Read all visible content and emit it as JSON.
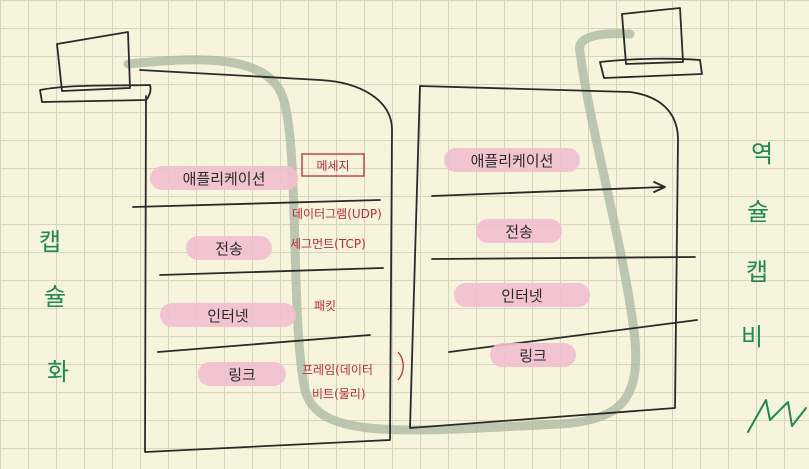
{
  "left_stack": {
    "layers": [
      "애플리케이션",
      "전송",
      "인터넷",
      "링크"
    ]
  },
  "right_stack": {
    "layers": [
      "애플리케이션",
      "전송",
      "인터넷",
      "링크"
    ]
  },
  "annotations": {
    "application_unit": "메세지",
    "transport_unit_udp": "데이터그램(UDP)",
    "transport_unit_tcp": "세그먼트(TCP)",
    "internet_unit": "패킷",
    "link_unit_1": "프레임(데이터",
    "link_unit_2": "비트(물리)"
  },
  "left_label": [
    "캡",
    "슐",
    "화"
  ],
  "right_label": [
    "역",
    "슐",
    "캡",
    "비"
  ],
  "colors": {
    "highlight": "#f1bfd0",
    "ink": "#2a2a2a",
    "annotation": "#c0283c",
    "side_label": "#1e8a52",
    "flow_arrow": "#a9b8a0",
    "paper": "#f7f4dc"
  }
}
